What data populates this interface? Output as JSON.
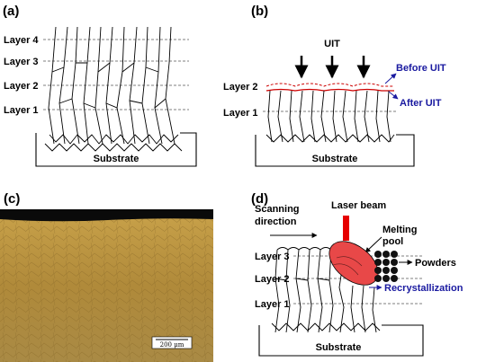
{
  "panels": {
    "a": {
      "label": "(a)",
      "layers": [
        "Layer 4",
        "Layer 3",
        "Layer 2",
        "Layer 1"
      ],
      "substrate": "Substrate"
    },
    "b": {
      "label": "(b)",
      "uit": "UIT",
      "before_uit": "Before UIT",
      "after_uit": "After UIT",
      "layers": [
        "Layer 2",
        "Layer 1"
      ],
      "substrate": "Substrate"
    },
    "c": {
      "label": "(c)",
      "scale_bar": "200 μm"
    },
    "d": {
      "label": "(d)",
      "scanning": [
        "Scanning",
        "direction"
      ],
      "laser_beam": "Laser beam",
      "melting_pool": [
        "Melting",
        "pool"
      ],
      "powders": "Powders",
      "recrystallization": "Recrystallization",
      "layers": [
        "Layer 3",
        "Layer 2",
        "Layer 1"
      ],
      "substrate": "Substrate"
    }
  },
  "colors": {
    "melt_pool": "#e84848",
    "laser": "#e60000",
    "annotation_blue": "#1a1aa0",
    "micrograph": "#b08a3a",
    "surface_dash": "#cc0000"
  }
}
